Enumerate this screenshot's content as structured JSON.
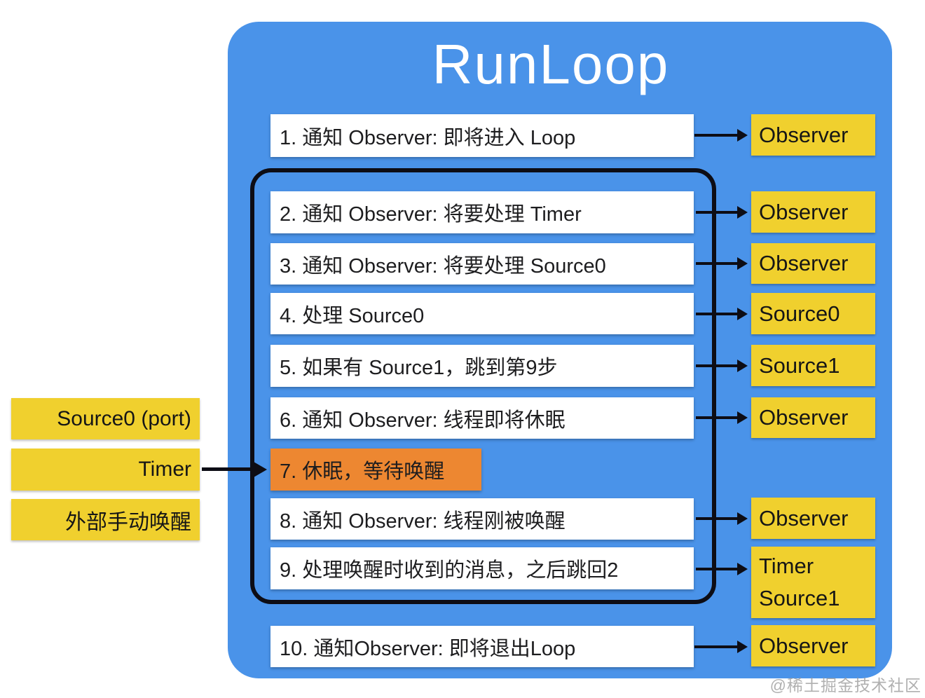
{
  "diagram": {
    "title": "RunLoop",
    "watermark": "@稀土掘金技术社区"
  },
  "colors": {
    "panel_blue": "#4a93e9",
    "box_yellow": "#f0d02e",
    "box_orange": "#ed8731",
    "box_white": "#ffffff",
    "line_black": "#0d0d15"
  },
  "steps": [
    {
      "label": "1. 通知 Observer: 即将进入 Loop",
      "target": "Observer",
      "highlighted": false
    },
    {
      "label": "2. 通知 Observer: 将要处理 Timer",
      "target": "Observer",
      "highlighted": false
    },
    {
      "label": "3. 通知 Observer: 将要处理 Source0",
      "target": "Observer",
      "highlighted": false
    },
    {
      "label": "4. 处理 Source0",
      "target": "Source0",
      "highlighted": false
    },
    {
      "label": "5. 如果有 Source1，跳到第9步",
      "target": "Source1",
      "highlighted": false
    },
    {
      "label": "6. 通知 Observer: 线程即将休眠",
      "target": "Observer",
      "highlighted": false
    },
    {
      "label": "7. 休眠，等待唤醒",
      "target": "",
      "highlighted": true
    },
    {
      "label": "8. 通知 Observer: 线程刚被唤醒",
      "target": "Observer",
      "highlighted": false
    },
    {
      "label": "9. 处理唤醒时收到的消息，之后跳回2",
      "target": "Timer Source1",
      "highlighted": false
    },
    {
      "label": "10. 通知Observer: 即将退出Loop",
      "target": "Observer",
      "highlighted": false
    }
  ],
  "targets": [
    {
      "label": "Observer"
    },
    {
      "label": "Observer"
    },
    {
      "label": "Observer"
    },
    {
      "label": "Source0"
    },
    {
      "label": "Source1"
    },
    {
      "label": "Observer"
    },
    {
      "label": "Observer"
    },
    {
      "lines": [
        "Timer",
        "Source1"
      ]
    },
    {
      "label": "Observer"
    }
  ],
  "wake_sources": [
    {
      "label": "Source0 (port)"
    },
    {
      "label": "Timer"
    },
    {
      "label": "外部手动唤醒"
    }
  ]
}
